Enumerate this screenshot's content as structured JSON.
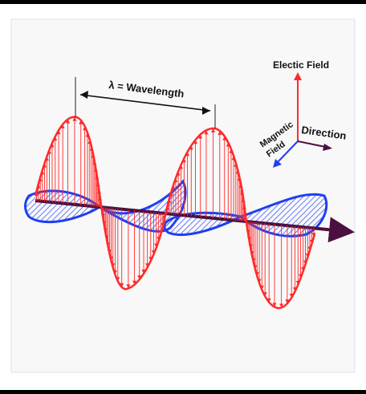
{
  "diagram": {
    "wavelength_label": "λ = Wavelength",
    "electric_field_label": "Electic Field",
    "magnetic_field_label_line1": "Magnetic",
    "magnetic_field_label_line2": "Field",
    "direction_label": "Direction",
    "colors": {
      "electric": "#ff2a2a",
      "magnetic": "#1f3ff0",
      "axis": "#4a1040",
      "text": "#111111",
      "border": "#000000",
      "panel": "#f8f8f8"
    }
  }
}
